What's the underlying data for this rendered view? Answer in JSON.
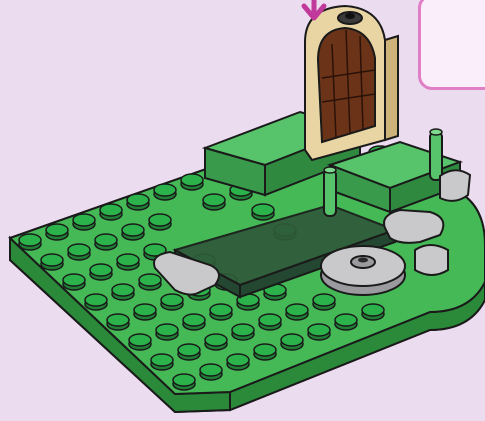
{
  "instruction_step": {
    "arrow_icon": "down-arrow-icon",
    "callout": "callout-box"
  },
  "colors": {
    "background": "#ecdcf0",
    "callout_border": "#e07fc6",
    "callout_fill": "#fbeefb",
    "arrow": "#c0399b",
    "plate_top": "#3fae4f",
    "plate_side": "#2a8a3a",
    "stud_top": "#2bb24a",
    "stud_side": "#1f7f35",
    "light_green": "#57c36a",
    "dark_trans": "#2f5a3a",
    "grey": "#c9c9cc",
    "grey_dark": "#9a9a9f",
    "tan": "#e8d5a3",
    "door": "#6b3318",
    "outline": "#1a1a1a"
  },
  "parts": [
    {
      "name": "green-baseplate",
      "label": ""
    },
    {
      "name": "tan-arch-window",
      "label": ""
    },
    {
      "name": "round-grey-turntable",
      "label": ""
    },
    {
      "name": "transparent-dark-plate",
      "label": ""
    }
  ]
}
